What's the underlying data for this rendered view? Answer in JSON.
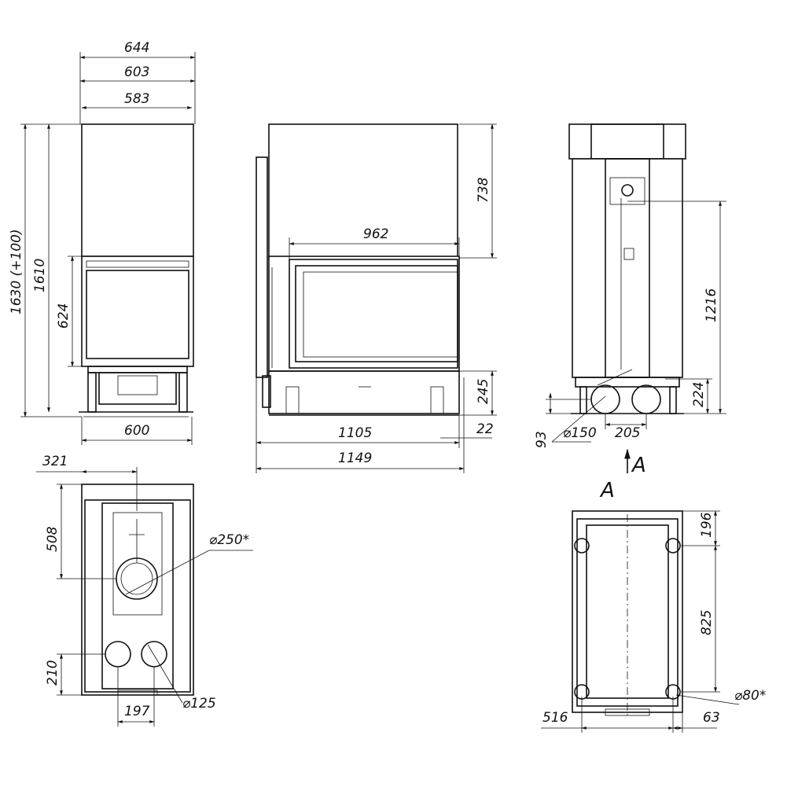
{
  "front_view": {
    "width_total": "644",
    "width_mid": "603",
    "width_inner": "583",
    "height_total": "1630 (+100)",
    "height_body": "1610",
    "height_door": "624",
    "base_width": "600"
  },
  "side_view": {
    "upper_height": "738",
    "glass_width": "962",
    "base_height": "245",
    "offset": "22",
    "width_body": "1105",
    "width_total": "1149"
  },
  "rear_view": {
    "flue_height": "1216",
    "inlet_height": "224",
    "inlet_diameter": "⌀150",
    "inlet_spacing": "205",
    "bottom_offset": "93",
    "section_marker_1": "A",
    "section_marker_2": "A"
  },
  "top_view": {
    "offset_x": "321",
    "flue_offset": "508",
    "flue_diameter": "⌀250*",
    "inlet_offset": "210",
    "inlet_spacing": "197",
    "inlet_diameter": "⌀125"
  },
  "bottom_view": {
    "section_marker": "A",
    "foot_offset_top": "196",
    "foot_spacing": "825",
    "foot_diameter": "⌀80*",
    "width": "516",
    "edge_offset": "63"
  }
}
